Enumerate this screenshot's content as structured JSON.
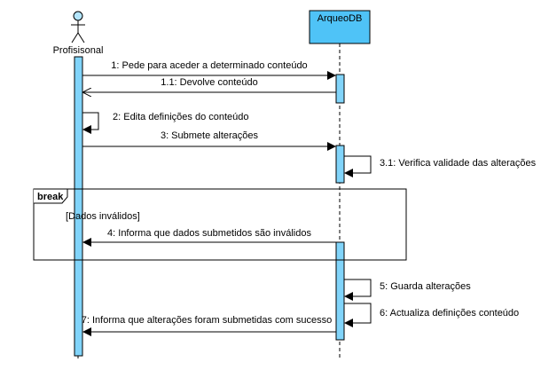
{
  "participants": {
    "actor": {
      "label": "Profisisonal",
      "icon": "stick-figure-actor-icon"
    },
    "object": {
      "label": "ArqueoDB"
    }
  },
  "messages": [
    {
      "id": "m1",
      "label": "1: Pede para aceder a determinado conteúdo"
    },
    {
      "id": "m1_1",
      "label": "1.1: Devolve conteúdo"
    },
    {
      "id": "m2",
      "label": "2: Edita definições do conteúdo"
    },
    {
      "id": "m3",
      "label": "3: Submete alterações"
    },
    {
      "id": "m3_1",
      "label": "3.1: Verifica validade das alterações"
    },
    {
      "id": "m4",
      "label": "4: Informa que dados submetidos são inválidos"
    },
    {
      "id": "m5",
      "label": "5: Guarda alterações"
    },
    {
      "id": "m6",
      "label": "6: Actualiza definições conteúdo"
    },
    {
      "id": "m7",
      "label": "7: Informa que alterações foram submetidas com sucesso"
    }
  ],
  "fragment": {
    "operator": "break",
    "guard": "[Dados inválidos]"
  },
  "colors": {
    "object_fill": "#4FC3F7",
    "activation_fill": "#81D4FA",
    "actor_head_fill": "#B3E5FC",
    "line": "#000000"
  }
}
